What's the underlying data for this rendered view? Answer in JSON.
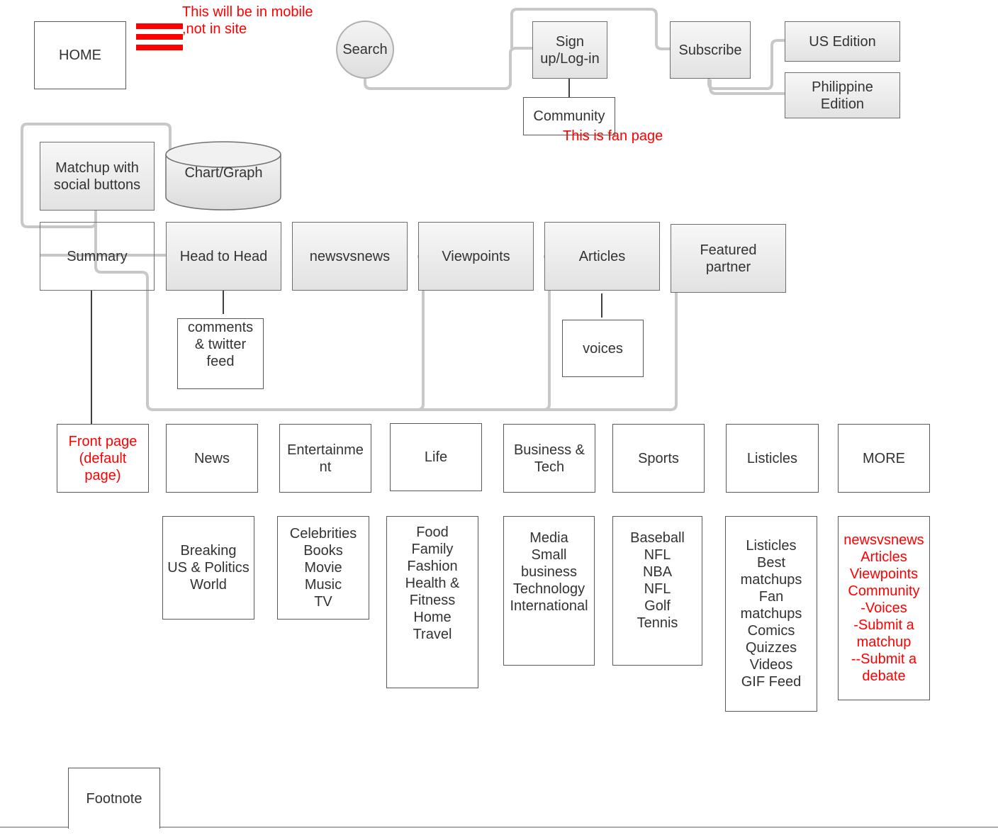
{
  "header": {
    "home": "HOME",
    "mobile_note": "This will be in mobile\n,not in site",
    "search": "Search",
    "signup": "Sign\nup/Log-in",
    "community": "Community",
    "fan_note": "This is fan page",
    "subscribe": "Subscribe",
    "us_edition": "US Edition",
    "ph_edition": "Philippine\nEdition"
  },
  "matchup": {
    "box": "Matchup with\nsocial buttons",
    "chart": "Chart/Graph"
  },
  "tabs": {
    "summary": "Summary",
    "head_to_head": "Head to Head",
    "newsvsnews": "newsvsnews",
    "viewpoints": "Viewpoints",
    "articles": "Articles",
    "featured": "Featured\npartner",
    "comments": "comments\n& twitter\nfeed",
    "voices": "voices"
  },
  "nav": [
    {
      "label": "Front page\n(default\npage)",
      "items": ""
    },
    {
      "label": "News",
      "items": "Breaking\nUS & Politics\nWorld"
    },
    {
      "label": "Entertainme\nnt",
      "items": "Celebrities\nBooks\nMovie\nMusic\nTV"
    },
    {
      "label": "Life",
      "items": "Food\nFamily\nFashion\nHealth &\nFitness\nHome\nTravel"
    },
    {
      "label": "Business &\nTech",
      "items": "Media\nSmall\nbusiness\nTechnology\nInternational"
    },
    {
      "label": "Sports",
      "items": "Baseball\nNFL\nNBA\nNFL\nGolf\nTennis"
    },
    {
      "label": "Listicles",
      "items": "Listicles\nBest\nmatchups\nFan\nmatchups\nComics\nQuizzes\nVideos\nGIF Feed"
    },
    {
      "label": "MORE",
      "items": "newsvsnews\nArticles\nViewpoints\nCommunity\n-Voices\n-Submit a\nmatchup\n--Submit a\ndebate"
    }
  ],
  "footer": {
    "footnote": "Footnote"
  },
  "colors": {
    "accent": "#ff0000",
    "border": "#595959",
    "connector": "#c8c8c8"
  }
}
